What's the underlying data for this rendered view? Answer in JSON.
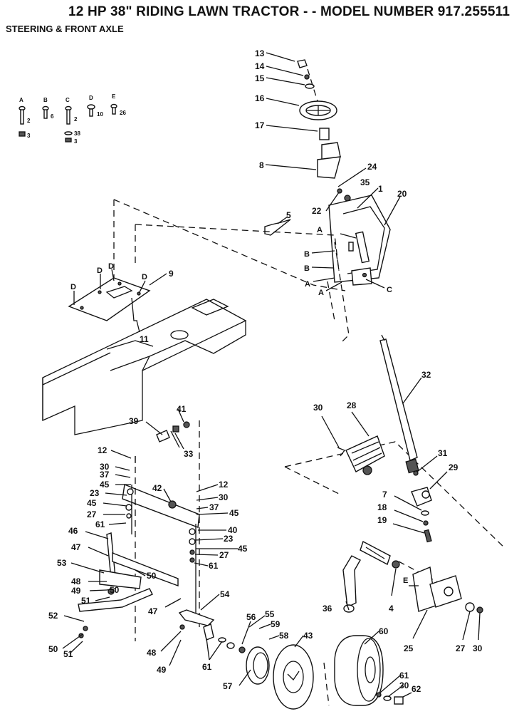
{
  "header": {
    "title": "12 HP 38\" RIDING LAWN TRACTOR - - MODEL NUMBER 917.255511",
    "subtitle": "STEERING & FRONT AXLE"
  },
  "hardware_key": [
    {
      "letter": "A",
      "qty_top": "2",
      "qty_bottom": "3"
    },
    {
      "letter": "B",
      "qty_top": "6",
      "qty_bottom": ""
    },
    {
      "letter": "C",
      "qty_top": "2",
      "qty_mid": "38",
      "qty_bottom": "3"
    },
    {
      "letter": "D",
      "qty_top": "10",
      "qty_bottom": ""
    },
    {
      "letter": "E",
      "qty_top": "26",
      "qty_bottom": ""
    }
  ],
  "callouts": {
    "c13": "13",
    "c14": "14",
    "c15": "15",
    "c16": "16",
    "c17": "17",
    "c8": "8",
    "c24": "24",
    "c35": "35",
    "c1": "1",
    "c20": "20",
    "c22": "22",
    "c5": "5",
    "c9": "9",
    "c11": "11",
    "c32": "32",
    "c30a": "30",
    "c28": "28",
    "c31": "31",
    "c29": "29",
    "c7": "7",
    "c18": "18",
    "c19": "19",
    "c41": "41",
    "c39": "39",
    "c33": "33",
    "c12a": "12",
    "c30b": "30",
    "c37a": "37",
    "c45a": "45",
    "c23a": "23",
    "c45b": "45",
    "c27a": "27",
    "c61a": "61",
    "c42": "42",
    "c12b": "12",
    "c30c": "30",
    "c37b": "37",
    "c45c": "45",
    "c40": "40",
    "c23b": "23",
    "c45d": "45",
    "c27b": "27",
    "c61b": "61",
    "c46": "46",
    "c47a": "47",
    "c53": "53",
    "c50a": "50",
    "c48a": "48",
    "c50b": "50",
    "c49a": "49",
    "c51a": "51",
    "c47b": "47",
    "c54": "54",
    "c52": "52",
    "c50c": "50",
    "c51b": "51",
    "c56": "56",
    "c55": "55",
    "c59": "59",
    "c58": "58",
    "c43": "43",
    "c60": "60",
    "c48b": "48",
    "c49b": "49",
    "c61c": "61",
    "c57": "57",
    "c36": "36",
    "c4": "4",
    "c25": "25",
    "c27c": "27",
    "c30d": "30",
    "c61d": "61",
    "c30e": "30",
    "c62": "62"
  },
  "letter_callouts": {
    "A1": "A",
    "B1": "B",
    "B2": "B",
    "A2": "A",
    "A3": "A",
    "C1": "C",
    "D1": "D",
    "D2": "D",
    "D3": "D",
    "D4": "D",
    "E1": "E"
  }
}
